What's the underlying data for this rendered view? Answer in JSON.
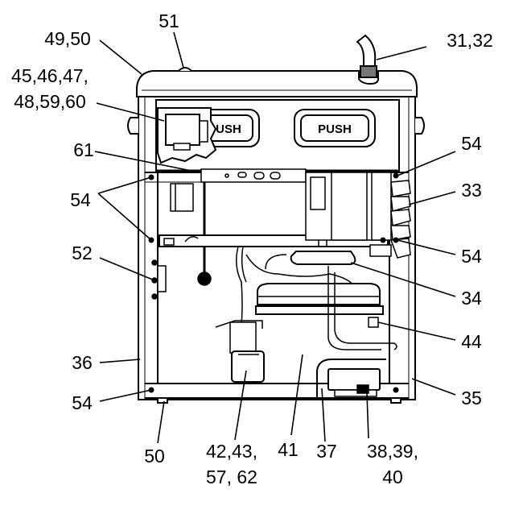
{
  "diagram": {
    "button_text": [
      "PUSH",
      "PUSH"
    ],
    "callouts": {
      "c51": "51",
      "c49_50": "49,50",
      "c45_line1": "45,46,47,",
      "c45_line2": "48,59,60",
      "c61": "61",
      "c54_upper_left": "54",
      "c52": "52",
      "c36": "36",
      "c54_lower_left": "54",
      "c50_bottom": "50",
      "c42_line1": "42,43,",
      "c42_line2": "57, 62",
      "c41": "41",
      "c37": "37",
      "c38_line1": "38,39,",
      "c38_line2": "40",
      "c31_32": "31,32",
      "c54_upper_right": "54",
      "c33": "33",
      "c54_mid_right": "54",
      "c34": "34",
      "c44": "44",
      "c35": "35"
    }
  }
}
